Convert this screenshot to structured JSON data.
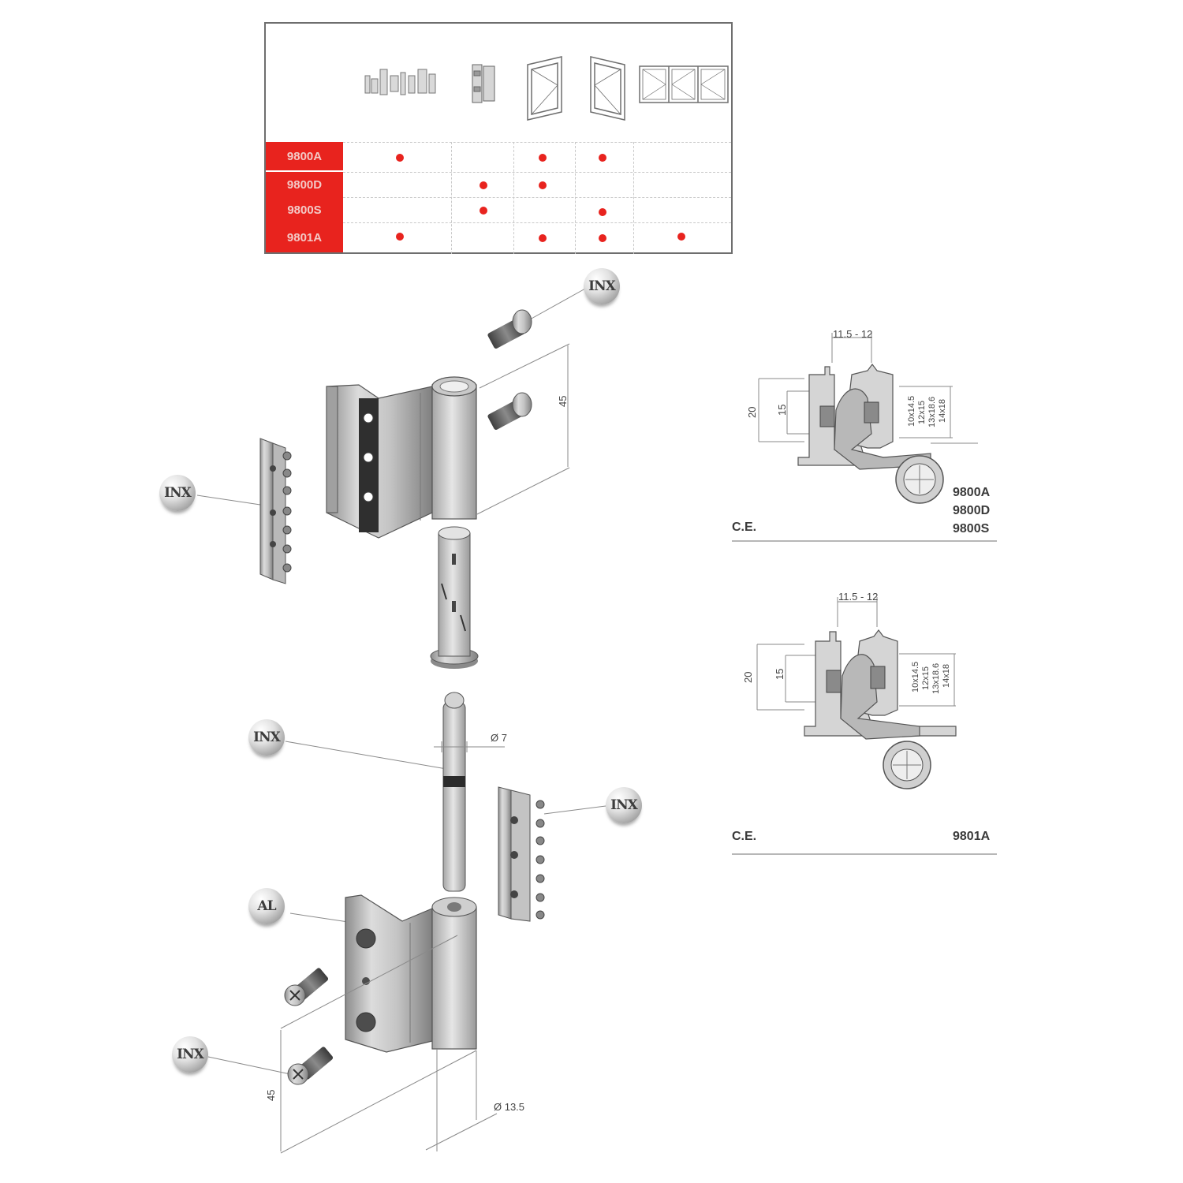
{
  "table": {
    "rows": [
      {
        "code": "9800A",
        "marks": [
          true,
          false,
          true,
          true,
          false
        ]
      },
      {
        "code": "9800D",
        "marks": [
          false,
          true,
          true,
          false,
          false
        ]
      },
      {
        "code": "9800S",
        "marks": [
          false,
          true,
          false,
          true,
          false
        ]
      },
      {
        "code": "9801A",
        "marks": [
          true,
          false,
          true,
          true,
          true
        ]
      }
    ],
    "accent_color": "#e8231e"
  },
  "badges": {
    "inx": "INX",
    "al": "AL"
  },
  "dimensions": {
    "upper_leaf_height": "45",
    "lower_leaf_height": "45",
    "pin_diameter": "Ø 7",
    "barrel_diameter": "Ø 13.5"
  },
  "section_top": {
    "gap_range": "11.5 - 12",
    "dim_20": "20",
    "dim_15": "15",
    "spec_1": "10x14.5",
    "spec_2": "12x15",
    "spec_3": "13x18.6",
    "spec_4": "14x18",
    "model_a": "9800A",
    "model_d": "9800D",
    "model_s": "9800S",
    "ce_label": "C.E."
  },
  "section_bottom": {
    "gap_range": "11.5 - 12",
    "dim_20": "20",
    "dim_15": "15",
    "spec_1": "10x14.5",
    "spec_2": "12x15",
    "spec_3": "13x18.6",
    "spec_4": "14x18",
    "model": "9801A",
    "ce_label": "C.E."
  }
}
